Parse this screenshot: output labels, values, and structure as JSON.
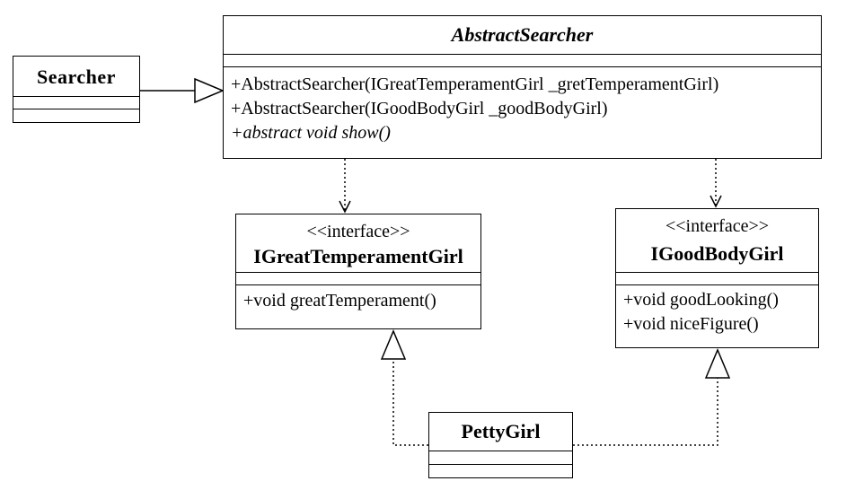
{
  "classes": {
    "searcher": {
      "name": "Searcher"
    },
    "abstract_searcher": {
      "name": "AbstractSearcher",
      "methods": [
        "+AbstractSearcher(IGreatTemperamentGirl _gretTemperamentGirl)",
        "+AbstractSearcher(IGoodBodyGirl _goodBodyGirl)",
        "+abstract void show()"
      ]
    },
    "igreat": {
      "stereotype": "<<interface>>",
      "name": "IGreatTemperamentGirl",
      "methods": [
        "+void greatTemperament()"
      ]
    },
    "igood": {
      "stereotype": "<<interface>>",
      "name": "IGoodBodyGirl",
      "methods": [
        "+void goodLooking()",
        "+void niceFigure()"
      ]
    },
    "petty": {
      "name": "PettyGirl"
    }
  }
}
